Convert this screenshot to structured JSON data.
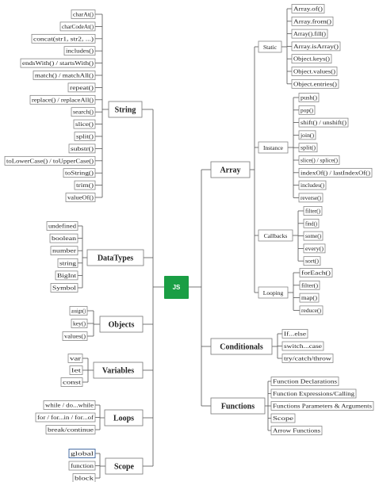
{
  "root": "JS",
  "colors": {
    "root_fill": "#1a9e44",
    "line": "#555555",
    "box_border": "#777777"
  },
  "string": {
    "label": "String",
    "items": [
      "charAt()",
      "charCodeAt()",
      "concat(str1, str2, ...)",
      "includes()",
      "endsWith() / startsWith()",
      "match() / matchAll()",
      "repeat()",
      "replace() / replaceAll()",
      "search()",
      "slice()",
      "split()",
      "substr()",
      "toLowerCase() / toUpperCase()",
      "toString()",
      "trim()",
      "valueOf()"
    ]
  },
  "datatypes": {
    "label": "DataTypes",
    "items": [
      "undefined",
      "boolean",
      "number",
      "string",
      "BigInt",
      "Symbol"
    ]
  },
  "objects": {
    "label": "Objects",
    "items": [
      "assign()",
      "key()",
      "values()"
    ]
  },
  "variables": {
    "label": "Variables",
    "items": [
      "var",
      "let",
      "const"
    ]
  },
  "loops": {
    "label": "Loops",
    "items": [
      "while / do...while",
      "for / for...in / for...of",
      "break/continue"
    ]
  },
  "scope": {
    "label": "Scope",
    "items": [
      "global",
      "function",
      "block"
    ]
  },
  "array": {
    "label": "Array",
    "static": {
      "label": "Static",
      "items": [
        "Array.of()",
        "Array.from()",
        "Array().fill()",
        "Array.isArray()",
        "Object.keys()",
        "Object.values()",
        "Object.entries()"
      ]
    },
    "instance": {
      "label": "Instance",
      "items": [
        "push()",
        "pop()",
        "shift() / unshift()",
        "join()",
        "split()",
        "slice() / splice()",
        "indexOf() / lastIndexOf()",
        "includes()",
        "reverse()"
      ]
    },
    "callbacks": {
      "label": "Callbacks",
      "items": [
        "filter()",
        "find()",
        "some()",
        "every()",
        "sort()"
      ]
    },
    "looping": {
      "label": "Looping",
      "items": [
        "forEach()",
        "filter()",
        "map()",
        "reduce()"
      ]
    }
  },
  "conditionals": {
    "label": "Conditionals",
    "items": [
      "If...else",
      "switch...case",
      "try/catch/throw"
    ]
  },
  "functions": {
    "label": "Functions",
    "items": [
      "Function Declarations",
      "Function Expressions/Calling",
      "Functions Parameters & Arguments",
      "Scope",
      "Arrow Functions"
    ]
  }
}
